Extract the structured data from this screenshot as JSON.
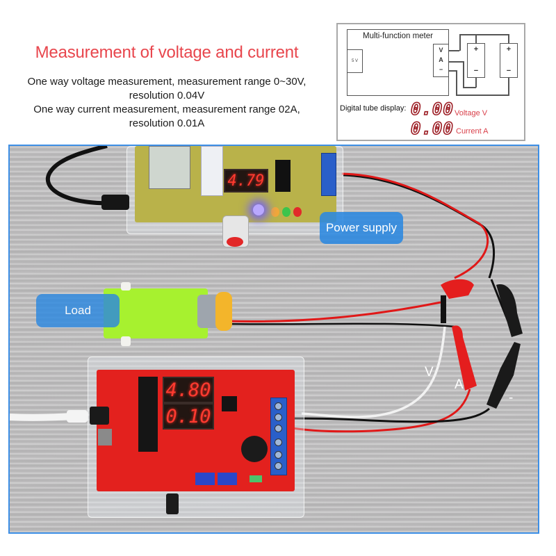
{
  "header": {
    "title": "Measurement of voltage and current",
    "lines": [
      "One way voltage measurement, measurement range 0~30V,",
      "resolution 0.04V",
      "One way current measurement, measurement range 02A,",
      "resolution 0.01A"
    ]
  },
  "diagram": {
    "meter_title": "Multi-function meter",
    "power_input": "5 V",
    "terminals": [
      "V",
      "A",
      "−"
    ],
    "battery_plus": "+",
    "battery_minus": "−",
    "display_label": "Digital tube display:",
    "voltage_reading": "0.00",
    "voltage_label": "Voltage V",
    "current_reading": "0.00",
    "current_label": "Current A"
  },
  "photo": {
    "labels": {
      "power_supply": "Power supply",
      "load": "Load"
    },
    "probe_labels": {
      "voltage": "V",
      "current": "A",
      "negative": "-"
    },
    "power_supply_display": "4.79",
    "meter_voltage_display": "4.80",
    "meter_current_display": "0.10"
  },
  "colors": {
    "headline": "#e8464d",
    "label_bubble": "#2a87e0",
    "photo_border": "#3d8fe6",
    "segment_red": "#9b1b22"
  }
}
